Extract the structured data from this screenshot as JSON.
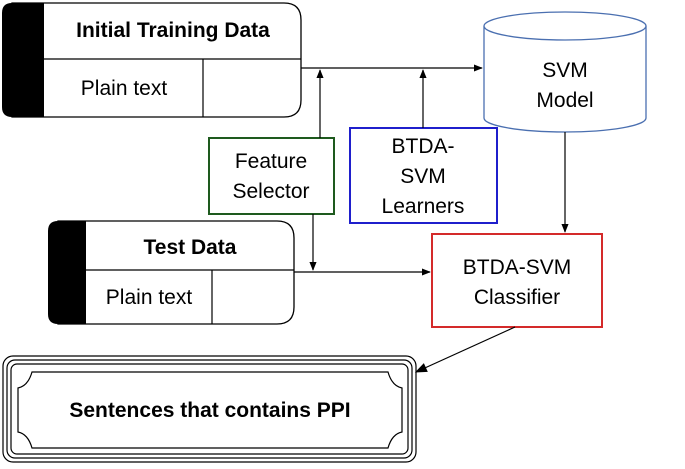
{
  "training": {
    "title": "Initial Training Data",
    "cell": "Plain text"
  },
  "test": {
    "title": "Test Data",
    "cell": "Plain text"
  },
  "svm_model": {
    "line1": "SVM",
    "line2": "Model"
  },
  "feature_selector": {
    "line1": "Feature",
    "line2": "Selector"
  },
  "learners": {
    "line1": "BTDA-",
    "line2": "SVM",
    "line3": "Learners"
  },
  "classifier": {
    "line1": "BTDA-SVM",
    "line2": "Classifier"
  },
  "output": {
    "label": "Sentences that contains PPI"
  },
  "colors": {
    "feature_border": "#1e5a1e",
    "learners_border": "#1f1fcc",
    "classifier_border": "#d42a2a",
    "cylinder_border": "#4a6fb0"
  }
}
